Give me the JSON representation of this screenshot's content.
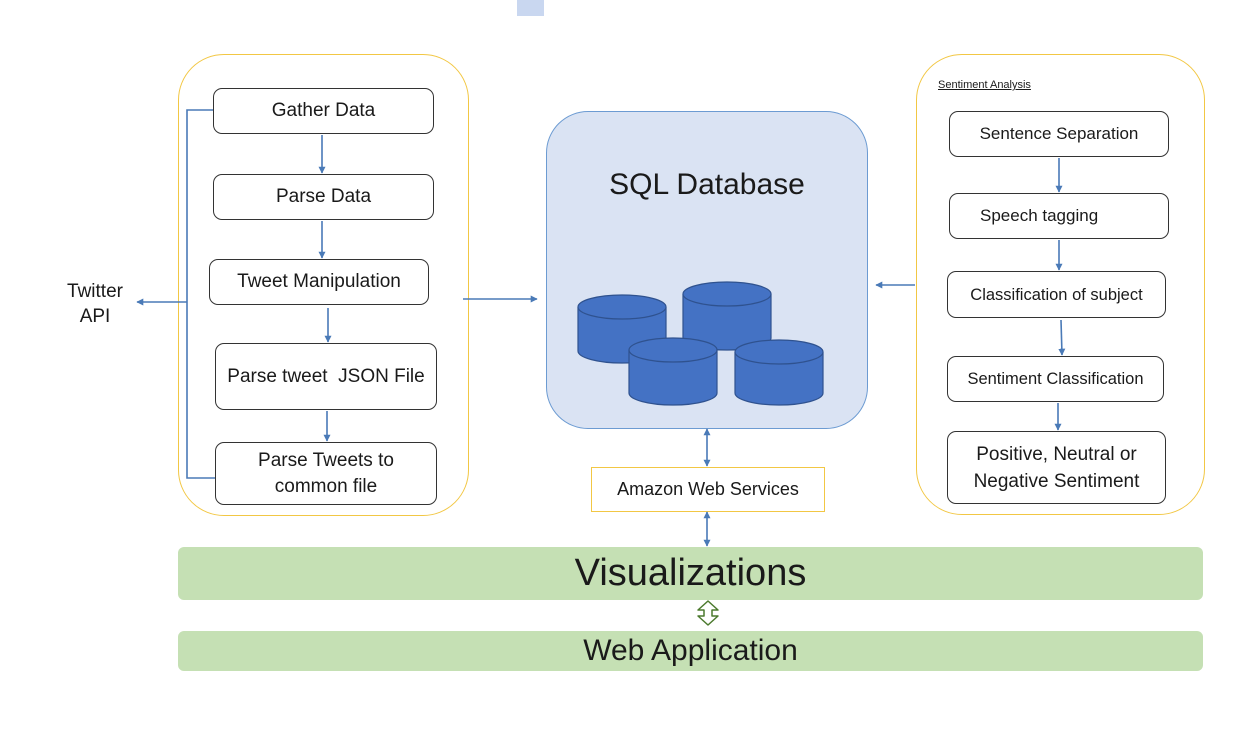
{
  "twitter": {
    "line1": "Twitter",
    "line2": "API"
  },
  "pipeline": {
    "steps": [
      "Gather Data",
      "Parse Data",
      "Tweet Manipulation",
      "Parse tweet  JSON File",
      "Parse Tweets to common file"
    ]
  },
  "database": {
    "title": "SQL Database"
  },
  "aws": {
    "label": "Amazon Web Services"
  },
  "sentiment": {
    "title": "Sentiment Analysis",
    "steps": [
      "Sentence Separation",
      "Speech tagging",
      "Classification of subject",
      "Sentiment Classification",
      "Positive, Neutral or Negative Sentiment"
    ]
  },
  "bands": {
    "visualizations": "Visualizations",
    "web_app": "Web Application"
  },
  "colors": {
    "panel_border": "#f2c744",
    "db_fill": "#dae3f3",
    "cylinder": "#4472c4",
    "arrow": "#4a7ab7",
    "band_fill": "#c5e0b4"
  }
}
